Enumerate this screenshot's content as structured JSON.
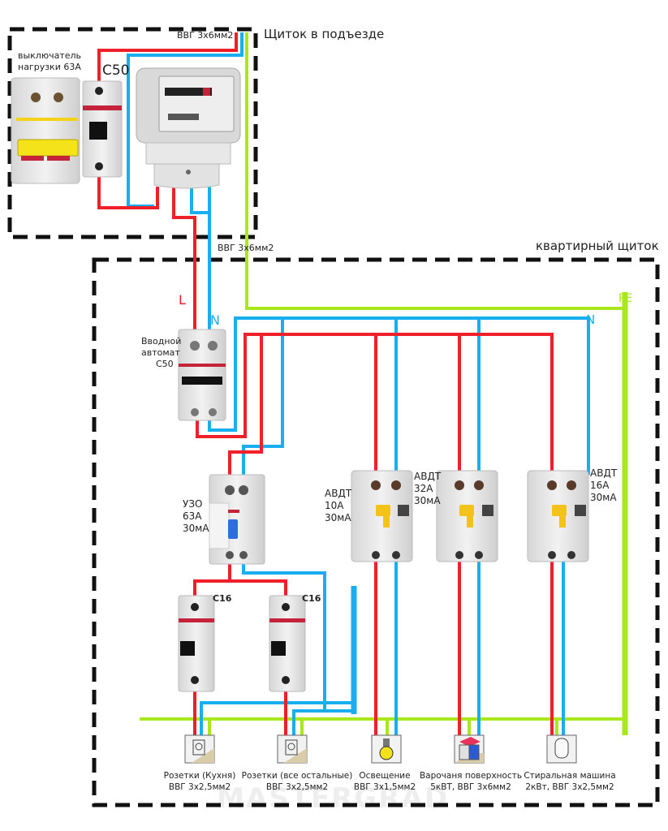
{
  "colors": {
    "phase": "#f0202a",
    "neutral": "#19aef0",
    "ground": "#a8e81c",
    "box_border": "#111111",
    "label": "#222222"
  },
  "entrance_panel": {
    "title": "Щиток в подъезде",
    "cable_in": "ВВГ 3х6мм2",
    "load_switch_label_1": "выключатель",
    "load_switch_label_2": "нагрузки 63А",
    "breaker_label": "С50",
    "meter_icon": "electricity-meter-icon"
  },
  "riser_cable": "ВВГ 3х6мм2",
  "apartment_panel": {
    "title": "квартирный щиток",
    "wire_labels": {
      "phase": "L",
      "neutral": "N",
      "neutral_bus": "N",
      "ground_bus": "PE"
    },
    "main_breaker": {
      "line1": "Вводной",
      "line2": "автомат",
      "line3": "С50"
    },
    "rcd": {
      "line1": "УЗО",
      "line2": "63А",
      "line3": "30мА"
    },
    "rcbos": [
      {
        "line1": "АВДТ",
        "line2": "10А",
        "line3": "30мА"
      },
      {
        "line1": "АВДТ",
        "line2": "32А",
        "line3": "30мА"
      },
      {
        "line1": "АВДТ",
        "line2": "16А",
        "line3": "30мА"
      }
    ],
    "branch_breakers": [
      {
        "label": "C16"
      },
      {
        "label": "C16"
      }
    ]
  },
  "loads": [
    {
      "icon": "socket-icon",
      "line1": "Розетки (Кухня)",
      "line2": "ВВГ 3х2,5мм2"
    },
    {
      "icon": "socket-icon",
      "line1": "Розетки (все остальные)",
      "line2": "ВВГ 3х2,5мм2"
    },
    {
      "icon": "light-bulb-icon",
      "line1": "Освещение",
      "line2": "ВВГ 3х1,5мм2"
    },
    {
      "icon": "cooktop-icon",
      "line1": "Варочаня поверхность",
      "line2": "5кВТ, ВВГ 3х6мм2"
    },
    {
      "icon": "washing-machine-icon",
      "line1": "Стиральная машина",
      "line2": "2кВт, ВВГ 3х2,5мм2"
    }
  ],
  "watermark": "MASTERGRAD"
}
